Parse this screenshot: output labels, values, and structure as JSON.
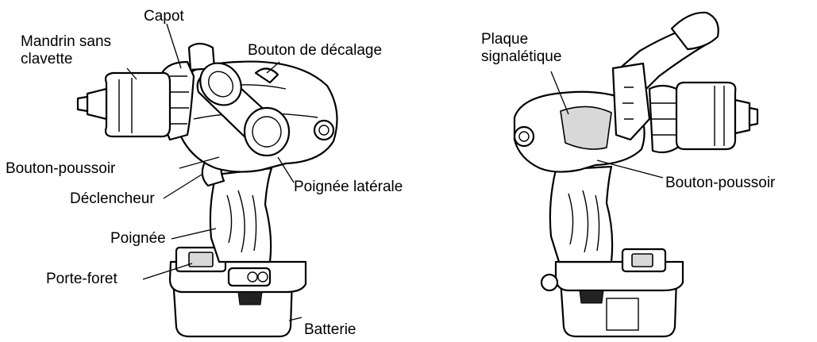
{
  "labels": {
    "capot": "Capot",
    "mandrin": "Mandrin sans\nclavette",
    "bouton_decalage": "Bouton de décalage",
    "bouton_poussoir_left": "Bouton-poussoir",
    "declencheur": "Déclencheur",
    "poignee_laterale": "Poignée latérale",
    "poignee": "Poignée",
    "porte_foret": "Porte-foret",
    "batterie": "Batterie",
    "plaque": "Plaque\nsignalétique",
    "bouton_poussoir_right": "Bouton-poussoir"
  }
}
